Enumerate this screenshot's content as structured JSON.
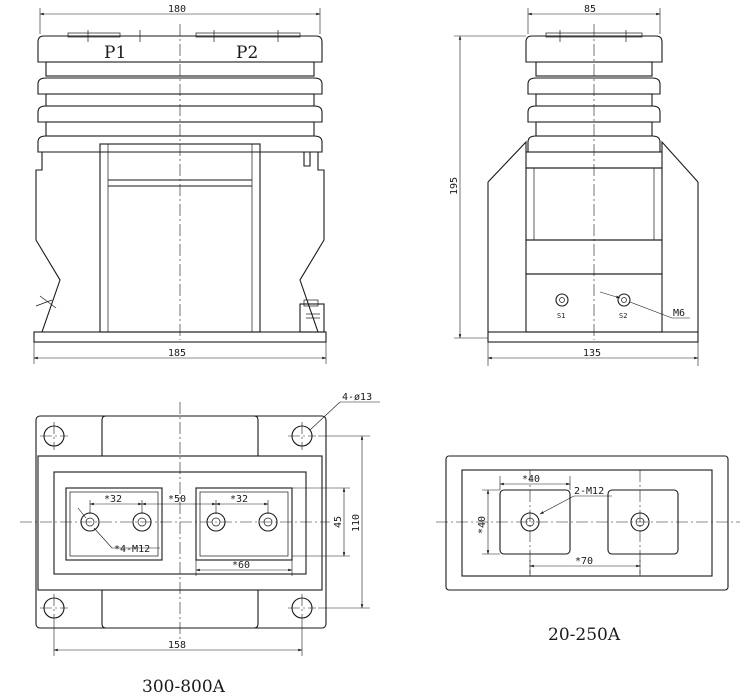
{
  "front_view": {
    "width_top": "180",
    "width_base": "185",
    "terminal_p1": "P1",
    "terminal_p2": "P2"
  },
  "side_view": {
    "width_top": "85",
    "height": "195",
    "width_base": "135",
    "terminal_s1": "S1",
    "terminal_s2": "S2",
    "screw": "M6"
  },
  "plan_300_800": {
    "holes": "4-ø13",
    "spacing_a": "*32",
    "spacing_mid": "*50",
    "spacing_b": "*32",
    "bolts": "*4-M12",
    "pad_height": "45",
    "plate_height": "110",
    "bolt_span": "*60",
    "hole_span": "158",
    "caption": "300-800A"
  },
  "plan_20_250": {
    "pad_width": "*40",
    "pad_height": "*40",
    "bolts": "2-M12",
    "bolt_span": "*70",
    "caption": "20-250A"
  }
}
